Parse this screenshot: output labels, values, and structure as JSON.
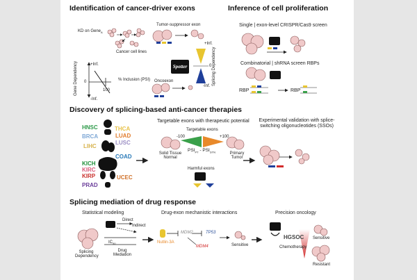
{
  "sections": {
    "s1": {
      "title": "Identification of cancer-driver exons"
    },
    "s2": {
      "title": "Inference of cell proliferation"
    },
    "s3": {
      "title": "Discovery of splicing-based anti-cancer therapies"
    },
    "s4": {
      "title": "Splicing mediation of drug response"
    }
  },
  "s1": {
    "kd_label": "KD on Gene",
    "kd_sub": "A",
    "cell_lines": "Cancer cell lines",
    "gene_dependency": "Gene Dependency",
    "plus_inf": "+Inf.",
    "minus_inf": "-Inf.",
    "psi": "% Inclusion (PSI)",
    "zero": "0",
    "hundred": "100",
    "tumor_suppressor": "Tumor-suppressor exon",
    "oncoexon": "Oncoexon",
    "splicing_dependency": "Splicing Dependency",
    "scale_plus": "+Inf.",
    "scale_zero": "0",
    "scale_minus": "-Inf.",
    "logo_text": "Spotter"
  },
  "s2": {
    "single": "Single | exon-level CRISPR/Cas9 screen",
    "combinatorial": "Combinatorial | shRNA screen RBPs",
    "rbp_left": "RBP",
    "rbp_right": "RBP"
  },
  "s3": {
    "targetable_header": "Targetable exons with therapeutic potential",
    "targetable_exons": "Targetable exons",
    "minus100": "-100",
    "plus100": "+100",
    "solid_tissue": "Solid Tissue Normal",
    "psi_diff": "PSI",
    "psi_pt": "PT",
    "psi_minus": " - PSI",
    "psi_stn": "STN",
    "primary_tumor": "Primary Tumor",
    "harmful_exons": "Harmful exons",
    "validation": "Experimental validation with splice-switching oligonucleotides (SSOs)",
    "cancers": [
      {
        "name": "HNSC",
        "color": "#2e9a4a"
      },
      {
        "name": "THCA",
        "color": "#e8c24a"
      },
      {
        "name": "BRCA",
        "color": "#7fa8d6"
      },
      {
        "name": "LUAD",
        "color": "#e07b2a"
      },
      {
        "name": "LUSC",
        "color": "#9b8ec4"
      },
      {
        "name": "LIHC",
        "color": "#d7b24c"
      },
      {
        "name": "COAD",
        "color": "#2a7ab8"
      },
      {
        "name": "KICH",
        "color": "#1f8f3a"
      },
      {
        "name": "KIRC",
        "color": "#d95a7a"
      },
      {
        "name": "KIRP",
        "color": "#c9302c"
      },
      {
        "name": "UCEC",
        "color": "#d0722a"
      },
      {
        "name": "PRAD",
        "color": "#6a3d9a"
      }
    ]
  },
  "s4": {
    "stat_modeling": "Statistical modeling",
    "direct": "Direct",
    "indirect": "Indirect",
    "splicing_dependency": "Splicing Dependency",
    "ic50": "IC",
    "ic50_sub": "50",
    "drug_mediation": "Drug Mediation",
    "drug_exon": "Drug-exon mechanistic interactions",
    "nutlin": "Nutlin-3A",
    "mdm2": "MDM2",
    "tp53": "TP53",
    "mdm4": "MDM4",
    "sensitive": "Sensitive",
    "precision": "Precision oncology",
    "hgsoc": "HGSOC",
    "chemotherapy": "Chemotherapy",
    "sensitive2": "Sensitive",
    "resistant": "Resistant"
  },
  "colors": {
    "yellow": "#e8c530",
    "blue": "#1f3f9a",
    "red": "#d22b2b",
    "green": "#3aa04a",
    "orange": "#e8892a"
  }
}
